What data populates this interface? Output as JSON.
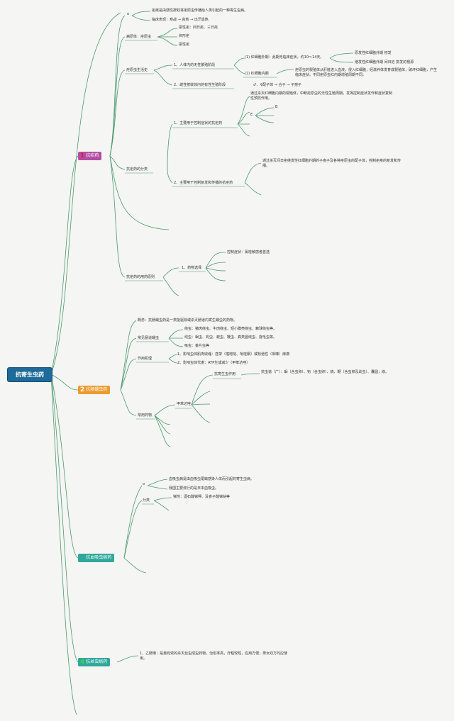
{
  "root": {
    "title": "抗寄生虫药"
  },
  "antimalarial": {
    "num": "1",
    "label": "抗疟药",
    "color": "#b24da3",
    "num_color": "#e0202a",
    "n0": {
      "label": "o",
      "def": "疟疾是由感性按蚊将疟原虫传播给人类引起的一种寄生虫病。",
      "symptoms": "临床表现：寒战 → 高热 → 出汗退热"
    },
    "parasites": {
      "label": "病原体：疟原虫",
      "items": [
        "恶性疟：间日疟、三日疟",
        "卵形疟",
        "恶性疟"
      ]
    },
    "lifecycle": {
      "label": "疟原虫生活史",
      "human": {
        "label": "1、人体内的无性繁殖阶段",
        "exo": "(1) 红细胞外期：此期无临床症状，约10～14天。",
        "exo_children": [
          "原发性红细胞外期 初发",
          "继发性红细胞外期 间日疟 复发的根源"
        ],
        "ery_label": "(2) 红细胞内期",
        "ery_desc": "疟原虫的裂殖体从肝脏进入血液，侵入红细胞，经滋养体发育成裂殖体，破坏红细胞，产生临床症状。不同疟原虫红内期增殖周期不同。"
      },
      "mosquito": {
        "label": "2、雌性按蚊体内的有性生殖阶段",
        "chain": "♂、♀配子体 → 合子 → 子孢子"
      }
    },
    "classes": {
      "label": "抗疟药的分类",
      "symptom": {
        "label": "1、主要用于控制症状的抗疟药",
        "desc": "通过杀灭红细胞内期的裂殖体，中断疟原虫的无性生殖周期，发挥控制症状发作和症状复制性预防作用。",
        "leaf_b": "B",
        "leaf_e": "E"
      },
      "relapse": {
        "label": "2、主要用于控制复发和传播的抗疟药",
        "desc": "通过杀灭间日疟继发性红细胞外期的子孢子及各种疟原虫的配子体，控制疟疾的复发和传播。"
      }
    },
    "principles": {
      "label": "抗疟药的用药原则",
      "selection": "1、药物选择",
      "control": "控制症状：氯喹敏感者首选"
    }
  },
  "anthelmintic": {
    "num": "2",
    "label": "抗肠蠕虫药",
    "color": "#ee9a2e",
    "num_color": "#ffffff",
    "concept": "概念：抗肠蠕虫药是一类能驱除或杀灭肠道内寄生蠕虫的药物。",
    "common_worms": {
      "label": "常见肠道蠕虫",
      "items": [
        "绦虫：猪肉绦虫、牛肉绦虫、短小膜壳绦虫、棘球绦虫等。",
        "线虫：蛔虫、钩虫、蛲虫、鞭虫、粪类圆线虫、旋毛虫等。",
        "吸虫：姜片虫等"
      ]
    },
    "mechanism": {
      "label": "作用机理",
      "items": [
        "1、影响虫体肌肉收缩：痉挛（噻嘧啶、吡喹酮）或松弛性（哌嗪）麻痹",
        "2、影响虫体代谢：ATP生成减少（甲苯达唑）"
      ]
    },
    "drugs": {
      "label": "常用药物",
      "mebendazole": "甲苯达唑",
      "action_label": "抗寄生虫作用",
      "action_desc": "抗虫谱（广）：蛔（含虫卵）、钩（含虫卵）、蛲、鞭（含虫卵及幼虫）、囊圆；绦。"
    }
  },
  "antischisto": {
    "num": "3",
    "label": "抗血吸虫病药",
    "color": "#2fa79a",
    "num_color": "#2fa79a",
    "o_label": "o",
    "def": "血吸虫病是由血吸虫尾蚴感染人体而引起的寄生虫病。",
    "china": "我国主要流行的是日本血吸虫。",
    "class_label": "分类",
    "class_item": "锑剂：酒石酸锑钾、没食子酸锑钠等"
  },
  "antifilarial": {
    "num": "4",
    "label": "抗丝虫病药",
    "color": "#2fa79a",
    "num_color": "#3dcf4c",
    "desc": "1、乙胺嗪：是最有效的杀灭丝虫成虫药物，治愈率高，疗程较短，应用方便；男女双方均应使用。"
  }
}
